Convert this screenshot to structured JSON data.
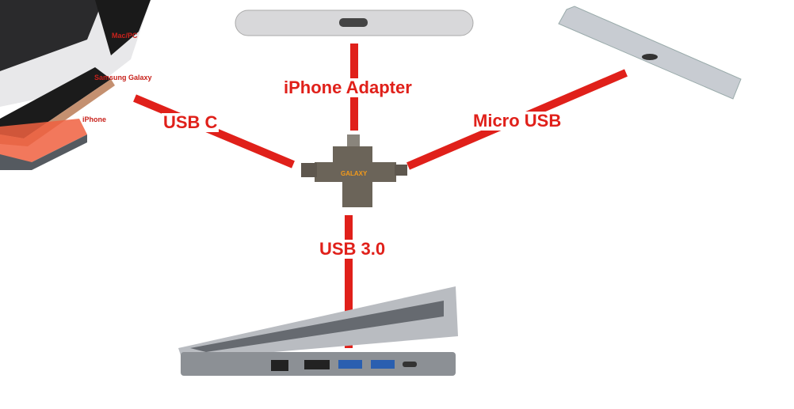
{
  "labels": {
    "usb_c": "USB C",
    "iphone_adapter": "iPhone Adapter",
    "micro_usb": "Micro USB",
    "usb_3": "USB 3.0"
  },
  "device_labels": {
    "mac": "Mac/PC",
    "samsung": "Samsung Galaxy",
    "iphone": "iPhone"
  },
  "logo": "GALAXY",
  "colors": {
    "accent": "#e0201a",
    "device": "#6b6459"
  }
}
